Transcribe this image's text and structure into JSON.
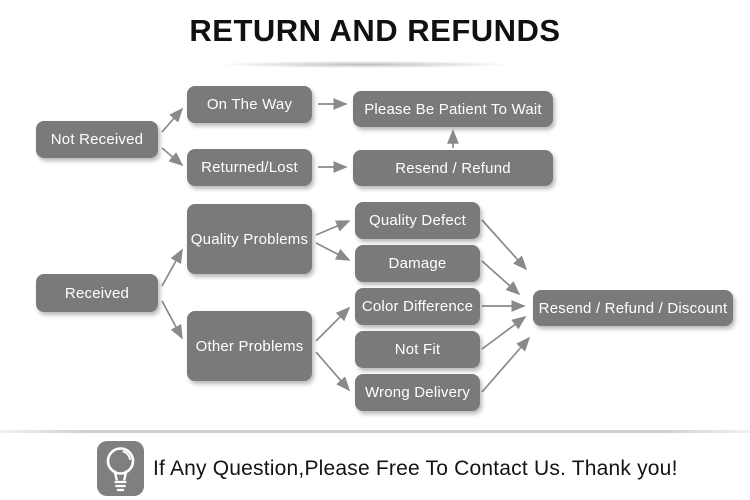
{
  "title": "RETURN AND REFUNDS",
  "flowchart": {
    "nodes": {
      "not_received": "Not Received",
      "on_the_way": "On The Way",
      "returned_lost": "Returned/Lost",
      "please_wait": "Please Be Patient To Wait",
      "resend_refund": "Resend / Refund",
      "received": "Received",
      "quality_problems": "Quality Problems",
      "other_problems": "Other Problems",
      "quality_defect": "Quality Defect",
      "damage": "Damage",
      "color_difference": "Color Difference",
      "not_fit": "Not Fit",
      "wrong_delivery": "Wrong Delivery",
      "resend_refund_discount": "Resend / Refund / Discount"
    },
    "edges": [
      {
        "from": "not_received",
        "to": "on_the_way"
      },
      {
        "from": "not_received",
        "to": "returned_lost"
      },
      {
        "from": "on_the_way",
        "to": "please_wait"
      },
      {
        "from": "returned_lost",
        "to": "resend_refund"
      },
      {
        "from": "resend_refund",
        "to": "please_wait"
      },
      {
        "from": "received",
        "to": "quality_problems"
      },
      {
        "from": "received",
        "to": "other_problems"
      },
      {
        "from": "quality_problems",
        "to": "quality_defect"
      },
      {
        "from": "quality_problems",
        "to": "damage"
      },
      {
        "from": "other_problems",
        "to": "color_difference"
      },
      {
        "from": "other_problems",
        "to": "wrong_delivery"
      },
      {
        "from": "quality_defect",
        "to": "resend_refund_discount"
      },
      {
        "from": "damage",
        "to": "resend_refund_discount"
      },
      {
        "from": "color_difference",
        "to": "resend_refund_discount"
      },
      {
        "from": "not_fit",
        "to": "resend_refund_discount"
      },
      {
        "from": "wrong_delivery",
        "to": "resend_refund_discount"
      }
    ]
  },
  "footer": {
    "icon": "light-bulb-icon",
    "message": "If Any Question,Please Free To Contact Us. Thank you!"
  },
  "colors": {
    "node_bg": "#7a7a7a",
    "node_text": "#ffffff",
    "arrow": "#8a8a8a",
    "divider": "#cfcfcf"
  }
}
